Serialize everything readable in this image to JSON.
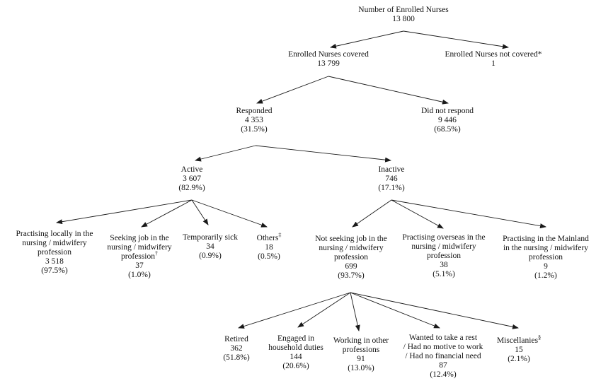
{
  "nodes": {
    "root": {
      "lines": [
        "Number of Enrolled Nurses"
      ],
      "value": "13 800"
    },
    "covered": {
      "lines": [
        "Enrolled Nurses covered"
      ],
      "value": "13 799"
    },
    "not_covered": {
      "lines": [
        "Enrolled Nurses not covered*"
      ],
      "value": "1"
    },
    "responded": {
      "lines": [
        "Responded"
      ],
      "value": "4 353",
      "pct": "(31.5%)"
    },
    "did_not_respond": {
      "lines": [
        "Did not respond"
      ],
      "value": "9 446",
      "pct": "(68.5%)"
    },
    "active": {
      "lines": [
        "Active"
      ],
      "value": "3 607",
      "pct": "(82.9%)"
    },
    "inactive": {
      "lines": [
        "Inactive"
      ],
      "value": "746",
      "pct": "(17.1%)"
    },
    "practising_locally": {
      "lines": [
        "Practising locally in the",
        "nursing / midwifery",
        "profession"
      ],
      "value": "3 518",
      "pct": "(97.5%)"
    },
    "seeking_job": {
      "lines": [
        "Seeking job in the",
        "nursing / midwifery",
        "profession"
      ],
      "sup": "†",
      "value": "37",
      "pct": "(1.0%)"
    },
    "temporarily_sick": {
      "lines": [
        "Temporarily sick"
      ],
      "value": "34",
      "pct": "(0.9%)"
    },
    "others": {
      "lines": [
        "Others"
      ],
      "sup": "‡",
      "value": "18",
      "pct": "(0.5%)"
    },
    "not_seeking": {
      "lines": [
        "Not seeking job in the",
        "nursing / midwifery",
        "profession"
      ],
      "value": "699",
      "pct": "(93.7%)"
    },
    "overseas": {
      "lines": [
        "Practising overseas in the",
        "nursing / midwifery",
        "profession"
      ],
      "value": "38",
      "pct": "(5.1%)"
    },
    "mainland": {
      "lines": [
        "Practising in the Mainland",
        "in the nursing / midwifery",
        "profession"
      ],
      "value": "9",
      "pct": "(1.2%)"
    },
    "retired": {
      "lines": [
        "Retired"
      ],
      "value": "362",
      "pct": "(51.8%)"
    },
    "household": {
      "lines": [
        "Engaged in",
        "household duties"
      ],
      "value": "144",
      "pct": "(20.6%)"
    },
    "other_professions": {
      "lines": [
        "Working in other",
        "professions"
      ],
      "value": "91",
      "pct": "(13.0%)"
    },
    "rest": {
      "lines": [
        "Wanted to take a rest",
        "/ Had no motive to work",
        "/ Had no financial need"
      ],
      "value": "87",
      "pct": "(12.4%)"
    },
    "miscellanies": {
      "lines": [
        "Miscellanies"
      ],
      "sup": "§",
      "value": "15",
      "pct": "(2.1%)"
    }
  }
}
